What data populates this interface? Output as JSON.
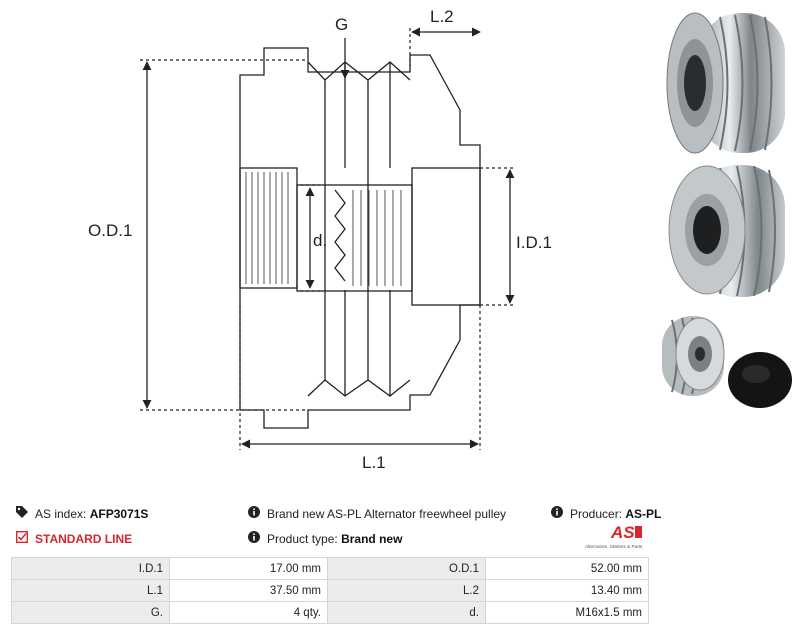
{
  "drawing": {
    "label_g": "G",
    "label_l2": "L.2",
    "label_od1": "O.D.1",
    "label_d": "d.",
    "label_id1": "I.D.1",
    "label_l1": "L.1"
  },
  "info": {
    "as_index_label": "AS index:",
    "as_index_value": "AFP3071S",
    "description": "Brand new AS-PL Alternator freewheel pulley",
    "producer_label": "Producer:",
    "producer_value": "AS-PL",
    "standard_line": "STANDARD LINE",
    "product_type_label": "Product type:",
    "product_type_value": "Brand new"
  },
  "logo": {
    "mark": "AS",
    "tagline": "Alternators, Starters & Parts"
  },
  "specs": [
    [
      "I.D.1",
      "17.00 mm",
      "O.D.1",
      "52.00 mm"
    ],
    [
      "L.1",
      "37.50 mm",
      "L.2",
      "13.40 mm"
    ],
    [
      "G.",
      "4 qty.",
      "d.",
      "M16x1.5 mm"
    ]
  ],
  "colors": {
    "accent_red": "#d8262e",
    "header_gray": "#ececec"
  }
}
